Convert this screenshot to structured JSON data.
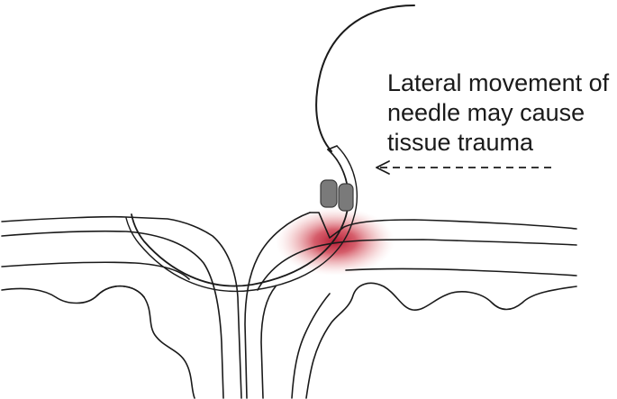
{
  "annotation": {
    "lines": [
      "Lateral movement of",
      "needle may cause",
      "tissue trauma"
    ]
  },
  "colors": {
    "line": "#1a1a1a",
    "trauma": "#c0152a",
    "needle_grip": "#7a7a7a"
  },
  "icons": {
    "arrow": "dashed-left-arrow-icon",
    "needle": "curved-suture-needle-icon"
  }
}
